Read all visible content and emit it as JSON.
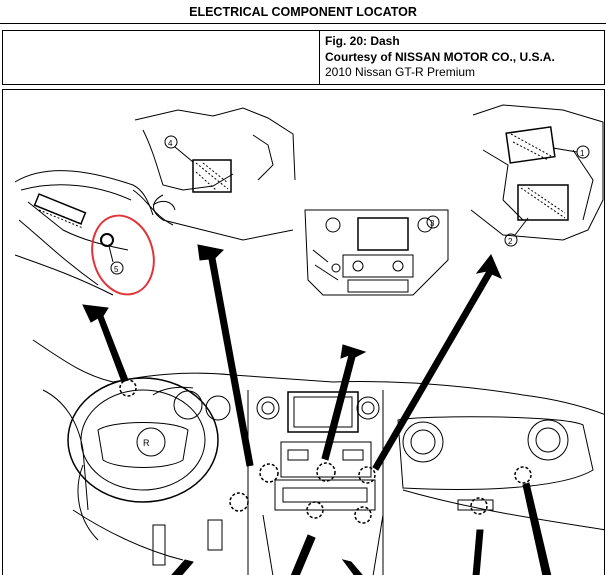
{
  "header": {
    "title": "ELECTRICAL COMPONENT LOCATOR"
  },
  "figure_info": {
    "figure_label": "Fig. 20: Dash",
    "courtesy": "Courtesy of NISSAN MOTOR CO., U.S.A.",
    "vehicle": "2010 Nissan GT-R Premium"
  },
  "callouts": {
    "c1": "1",
    "c2": "2",
    "c3": "3",
    "c4": "4",
    "c5": "5"
  },
  "colors": {
    "highlight_circle": "#e0333a",
    "line": "#000000"
  }
}
